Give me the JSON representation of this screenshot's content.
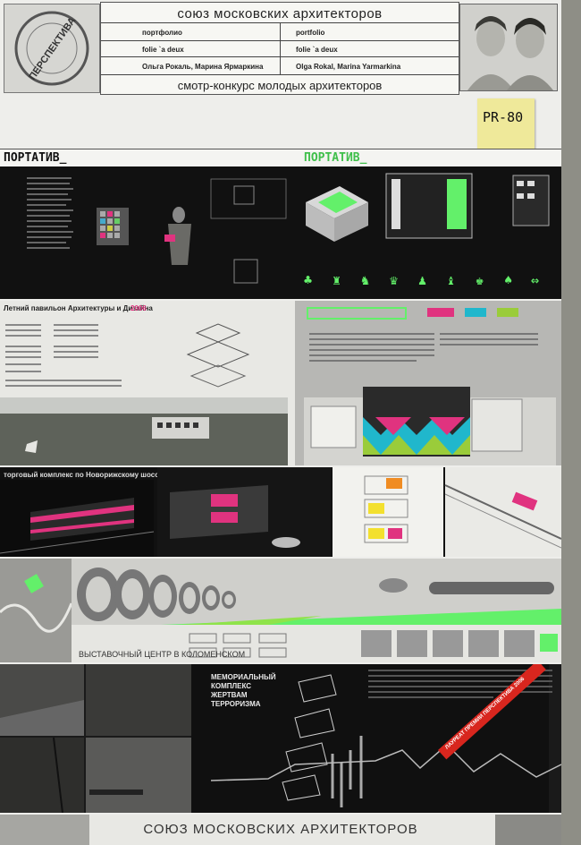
{
  "header": {
    "org_title": "союз московских архитекторов",
    "portfolio_ru": "портфолио",
    "portfolio_en": "portfolio",
    "project_ru": "folie `a deux",
    "project_en": "folie `a deux",
    "authors_ru": "Ольга Рокаль, Марина Ярмаркина",
    "authors_en": "Olga Rokal, Marina Yarmarkina",
    "contest_title": "смотр-конкурс молодых архитекторов",
    "logo_text": "ПЕРСПЕКТИВА"
  },
  "sticky_note": {
    "code": "PR-80"
  },
  "panel_portativ": {
    "title_left": "ПОРТАТИВ_",
    "title_right": "ПОРТАТИВ_"
  },
  "panel_pavilion": {
    "title": "Летний павильон Архитектуры и Дизайна",
    "year": "2006"
  },
  "panel_complex": {
    "title": "торговый комплекс по Новорижскому шоссе"
  },
  "panel_expo": {
    "caption": "ВЫСТАВОЧНЫЙ ЦЕНТР В КОЛОМЕНСКОМ"
  },
  "panel_memorial": {
    "title_line1": "МЕМОРИАЛЬНЫЙ",
    "title_line2": "КОМПЛЕКС",
    "title_line3": "ЖЕРТВАМ",
    "title_line4": "ТЕРРОРИЗМА",
    "ribbon": "ЛАУРЕАТ ПРЕМИИ ПЕРСПЕКТИВА 2006"
  },
  "footer": {
    "org_title": "СОЮЗ МОСКОВСКИХ АРХИТЕКТОРОВ"
  },
  "colors": {
    "green": "#63f06a",
    "magenta": "#e0337f",
    "poster": "#eeeeeb",
    "wall": "#9c9c94"
  }
}
